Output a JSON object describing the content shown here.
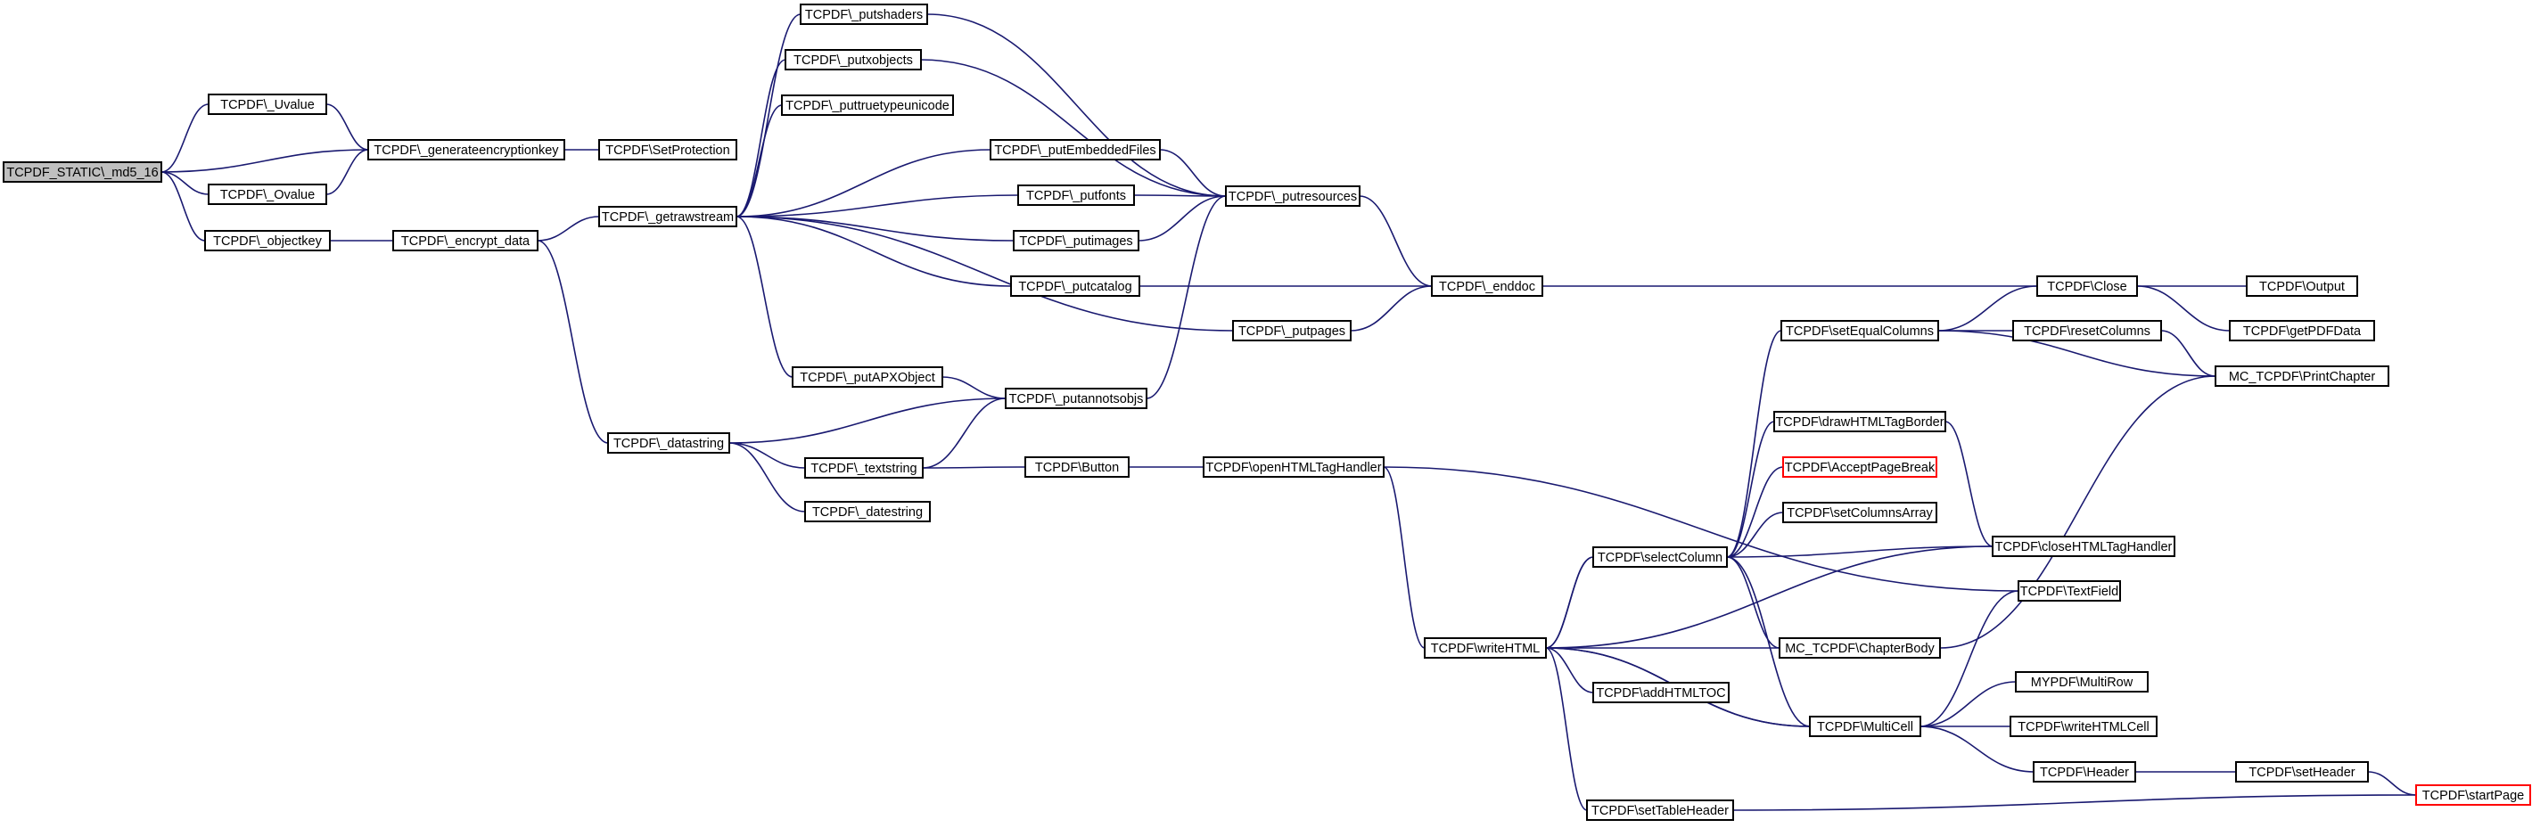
{
  "diagram": {
    "colors": {
      "edge": "#191970",
      "node_border": "#000000",
      "root_fill": "#bfbfbf",
      "highlight_border": "#ff0000"
    },
    "nodes": {
      "md5_16": "TCPDF_STATIC\\_md5_16",
      "uvalue": "TCPDF\\_Uvalue",
      "ovalue": "TCPDF\\_Ovalue",
      "objectkey": "TCPDF\\_objectkey",
      "genkey": "TCPDF\\_generateencryptionkey",
      "setprotection": "TCPDF\\SetProtection",
      "encrypt": "TCPDF\\_encrypt_data",
      "getraw": "TCPDF\\_getrawstream",
      "datastring": "TCPDF\\_datastring",
      "textstring": "TCPDF\\_textstring",
      "datestring": "TCPDF\\_datestring",
      "putshaders": "TCPDF\\_putshaders",
      "putxobjects": "TCPDF\\_putxobjects",
      "puttrue": "TCPDF\\_puttruetypeunicode",
      "putembedded": "TCPDF\\_putEmbeddedFiles",
      "putfonts": "TCPDF\\_putfonts",
      "putimages": "TCPDF\\_putimages",
      "putcatalog": "TCPDF\\_putcatalog",
      "putpages": "TCPDF\\_putpages",
      "putapx": "TCPDF\\_putAPXObject",
      "putannots": "TCPDF\\_putannotsobjs",
      "button": "TCPDF\\Button",
      "putresources": "TCPDF\\_putresources",
      "enddoc": "TCPDF\\_enddoc",
      "openhtml": "TCPDF\\openHTMLTagHandler",
      "writehtml": "TCPDF\\writeHTML",
      "selectcol": "TCPDF\\selectColumn",
      "addhtmltoc": "TCPDF\\addHTMLTOC",
      "settableheader": "TCPDF\\setTableHeader",
      "setequal": "TCPDF\\setEqualColumns",
      "drawhtml": "TCPDF\\drawHTMLTagBorder",
      "acceptpb": "TCPDF\\AcceptPageBreak",
      "setcolarr": "TCPDF\\setColumnsArray",
      "chapterbody": "MC_TCPDF\\ChapterBody",
      "multicell": "TCPDF\\MultiCell",
      "close": "TCPDF\\Close",
      "resetcol": "TCPDF\\resetColumns",
      "closehtml": "TCPDF\\closeHTMLTagHandler",
      "textfield": "TCPDF\\TextField",
      "multirow": "MYPDF\\MultiRow",
      "writehtmlcell": "TCPDF\\writeHTMLCell",
      "header": "TCPDF\\Header",
      "output": "TCPDF\\Output",
      "getpdfdata": "TCPDF\\getPDFData",
      "printchapter": "MC_TCPDF\\PrintChapter",
      "setheader": "TCPDF\\setHeader",
      "startpage": "TCPDF\\startPage"
    }
  }
}
